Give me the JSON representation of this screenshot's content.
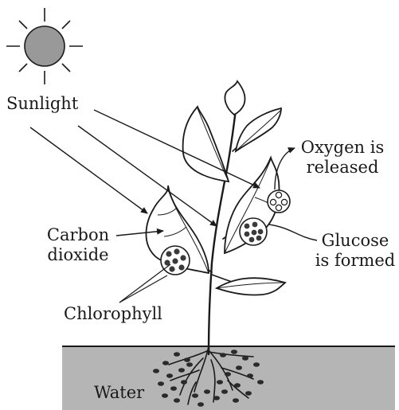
{
  "labels": {
    "sunlight": "Sunlight",
    "oxygen_line1": "Oxygen is",
    "oxygen_line2": "released",
    "carbon_line1": "Carbon",
    "carbon_line2": "dioxide",
    "glucose_line1": "Glucose",
    "glucose_line2": "is formed",
    "chlorophyll": "Chlorophyll",
    "water": "Water"
  },
  "colors": {
    "ink": "#1a1a1a",
    "sun_fill": "#999999",
    "soil_fill": "#b5b5b5",
    "leaf_fill": "#ffffff"
  },
  "icons": {
    "sun": "sun-icon",
    "plant": "plant-icon"
  }
}
